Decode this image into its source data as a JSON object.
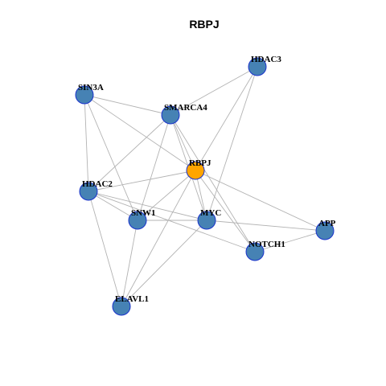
{
  "graph": {
    "title": "RBPJ",
    "center_node": "RBPJ",
    "colors": {
      "center_node_fill": "#FFA500",
      "node_fill": "#4682B4",
      "node_border": "#1A33CC",
      "edge": "#B3B3B3"
    },
    "nodes": [
      {
        "id": "HDAC3",
        "label": "HDAC3"
      },
      {
        "id": "SIN3A",
        "label": "SIN3A"
      },
      {
        "id": "SMARCA4",
        "label": "SMARCA4"
      },
      {
        "id": "RBPJ",
        "label": "RBPJ"
      },
      {
        "id": "HDAC2",
        "label": "HDAC2"
      },
      {
        "id": "SNW1",
        "label": "SNW1"
      },
      {
        "id": "MYC",
        "label": "MYC"
      },
      {
        "id": "APP",
        "label": "APP"
      },
      {
        "id": "NOTCH1",
        "label": "NOTCH1"
      },
      {
        "id": "ELAVL1",
        "label": "ELAVL1"
      }
    ],
    "edges": [
      [
        "SIN3A",
        "SMARCA4"
      ],
      [
        "SIN3A",
        "RBPJ"
      ],
      [
        "SIN3A",
        "HDAC2"
      ],
      [
        "SIN3A",
        "SNW1"
      ],
      [
        "SMARCA4",
        "HDAC3"
      ],
      [
        "SMARCA4",
        "HDAC2"
      ],
      [
        "SMARCA4",
        "SNW1"
      ],
      [
        "SMARCA4",
        "MYC"
      ],
      [
        "SMARCA4",
        "NOTCH1"
      ],
      [
        "SMARCA4",
        "RBPJ"
      ],
      [
        "HDAC3",
        "RBPJ"
      ],
      [
        "HDAC3",
        "MYC"
      ],
      [
        "RBPJ",
        "HDAC2"
      ],
      [
        "RBPJ",
        "SNW1"
      ],
      [
        "RBPJ",
        "MYC"
      ],
      [
        "RBPJ",
        "APP"
      ],
      [
        "RBPJ",
        "NOTCH1"
      ],
      [
        "RBPJ",
        "ELAVL1"
      ],
      [
        "HDAC2",
        "SNW1"
      ],
      [
        "HDAC2",
        "MYC"
      ],
      [
        "HDAC2",
        "ELAVL1"
      ],
      [
        "HDAC2",
        "NOTCH1"
      ],
      [
        "SNW1",
        "MYC"
      ],
      [
        "SNW1",
        "ELAVL1"
      ],
      [
        "MYC",
        "APP"
      ],
      [
        "MYC",
        "ELAVL1"
      ],
      [
        "NOTCH1",
        "APP"
      ]
    ]
  }
}
